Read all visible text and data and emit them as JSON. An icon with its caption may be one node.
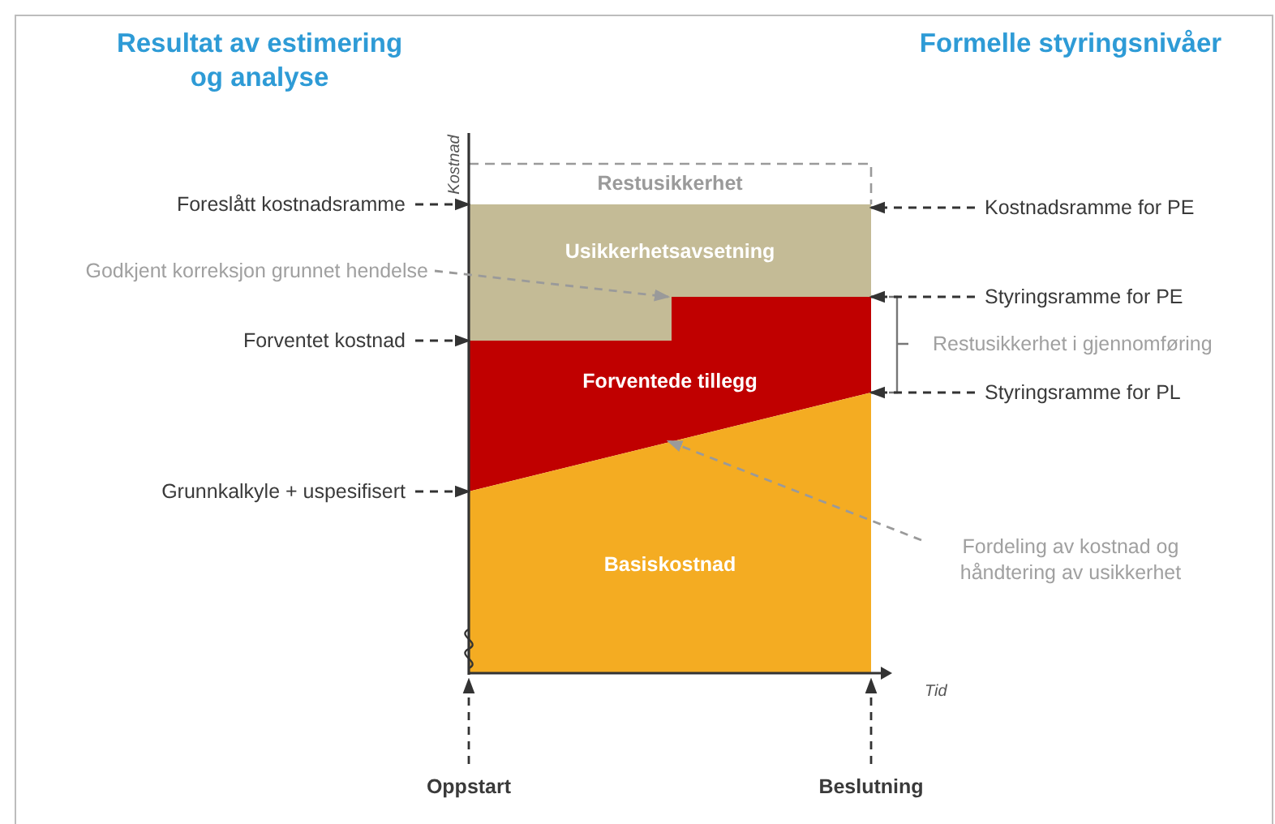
{
  "diagram": {
    "nodes": [
      {
        "text": [
          "Foreslått kostnadsramme"
        ]
      },
      {
        "text": [
          "Restusikkerhet"
        ]
      },
      {
        "text": [
          "Kostnadsramme for PE"
        ]
      },
      {
        "text": [
          "Usikkerhetsavsetning"
        ]
      },
      {
        "text": [
          "Godkjent korreksjon grunnet hendelse"
        ]
      },
      {
        "text": [
          "Styringsramme for PE"
        ]
      },
      {
        "text": [
          "Forventet kostnad"
        ]
      },
      {
        "text": [
          "Forventede tillegg"
        ]
      },
      {
        "text": [
          "Styringsramme for PL"
        ]
      },
      {
        "text": [
          "Grunnkalkyle + uspesifisert"
        ]
      },
      {
        "text": [
          "Basiskostnad"
        ]
      },
      {
        "text": [
          "Fordeling av kostnad og håndtering av usikkerhet"
        ]
      },
      {
        "text": [
          "Oppstart"
        ]
      },
      {
        "text": [
          "Beslutning"
        ]
      }
    ],
    "edges": [
      {
        "from": 0,
        "to": 3,
        "arrow": "to",
        "style": "dashed"
      },
      {
        "from": 2,
        "to": 3,
        "arrow": "to",
        "style": "dashed"
      },
      {
        "from": 4,
        "to": 3,
        "arrow": "to",
        "style": "dashed",
        "color": "#9a9a9a"
      },
      {
        "from": 5,
        "to": 7,
        "arrow": "to",
        "style": "dashed"
      },
      {
        "from": 6,
        "to": 7,
        "arrow": "to",
        "style": "dashed"
      },
      {
        "from": 8,
        "to": 10,
        "arrow": "to",
        "style": "dashed"
      },
      {
        "from": 9,
        "to": 10,
        "arrow": "to",
        "style": "dashed"
      },
      {
        "from": 11,
        "to": 10,
        "arrow": "to",
        "style": "dashed",
        "color": "#9a9a9a"
      },
      {
        "from": 12,
        "to": 10,
        "arrow": "to",
        "style": "dashed"
      },
      {
        "from": 13,
        "to": 10,
        "arrow": "to",
        "style": "dashed"
      }
    ],
    "labels": [
      "Resultat av estimering og analyse",
      "Formelle styringsnivåer",
      "Kostnad",
      "Restusikkerhet i gjennomføring",
      "Tid"
    ]
  }
}
